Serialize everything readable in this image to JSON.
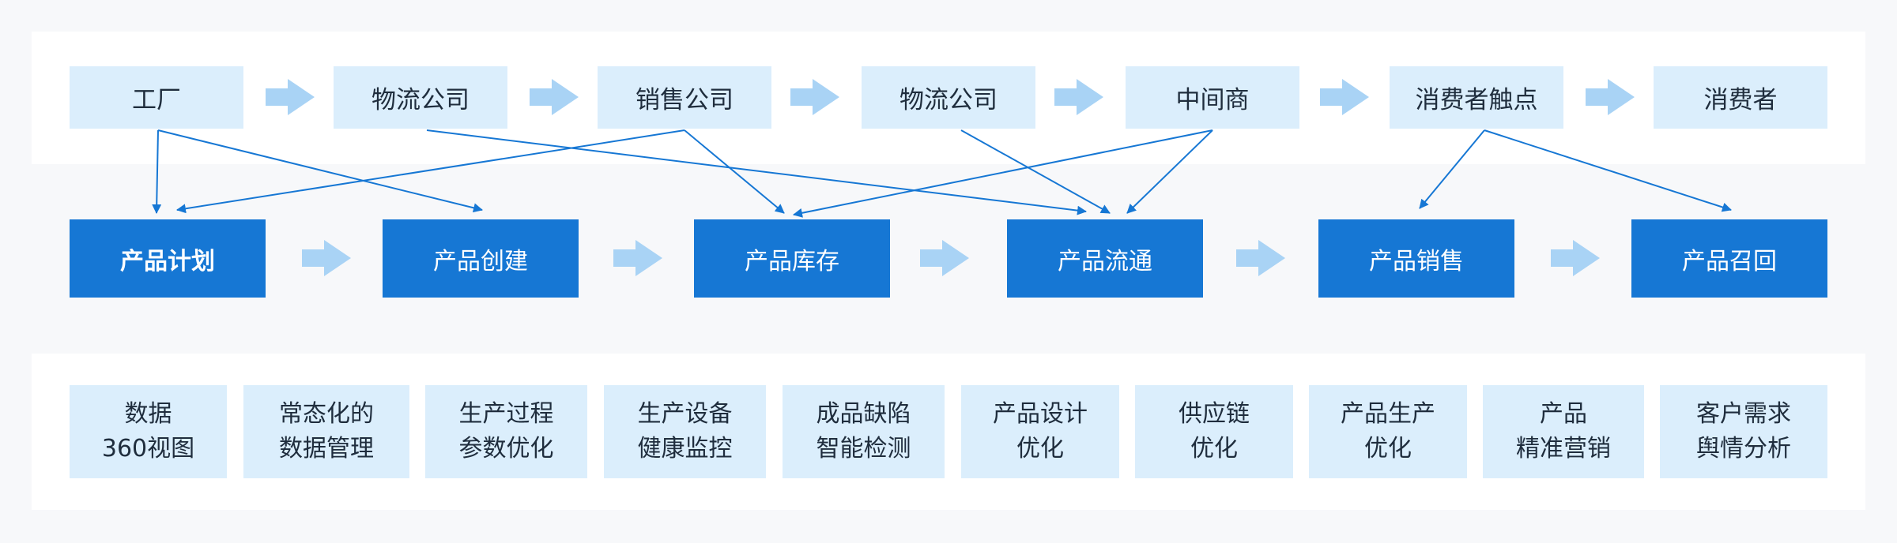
{
  "stages": [
    "工厂",
    "物流公司",
    "销售公司",
    "物流公司",
    "中间商",
    "消费者触点",
    "消费者"
  ],
  "processes": [
    "产品计划",
    "产品创建",
    "产品库存",
    "产品流通",
    "产品销售",
    "产品召回"
  ],
  "capabilities": [
    "数据\n360视图",
    "常态化的\n数据管理",
    "生产过程\n参数优化",
    "生产设备\n健康监控",
    "成品缺陷\n智能检测",
    "产品设计\n优化",
    "供应链\n优化",
    "产品生产\n优化",
    "产品\n精准营销",
    "客户需求\n舆情分析"
  ],
  "colors": {
    "page_bg": "#f7f8fa",
    "panel_bg": "#ffffff",
    "stage_bg": "#dbeefc",
    "process_bg": "#1677d4",
    "process_text": "#ffffff",
    "flow_arrow": "#a9d3f5",
    "link_line": "#1677d4"
  },
  "links": [
    {
      "from": "stage-0",
      "to": "process-0"
    },
    {
      "from": "stage-0",
      "to": "process-1"
    },
    {
      "from": "stage-1",
      "to": "process-3"
    },
    {
      "from": "stage-2",
      "to": "process-0"
    },
    {
      "from": "stage-2",
      "to": "process-2"
    },
    {
      "from": "stage-3",
      "to": "process-3"
    },
    {
      "from": "stage-4",
      "to": "process-2"
    },
    {
      "from": "stage-4",
      "to": "process-3"
    },
    {
      "from": "stage-5",
      "to": "process-4"
    },
    {
      "from": "stage-5",
      "to": "process-5"
    }
  ]
}
